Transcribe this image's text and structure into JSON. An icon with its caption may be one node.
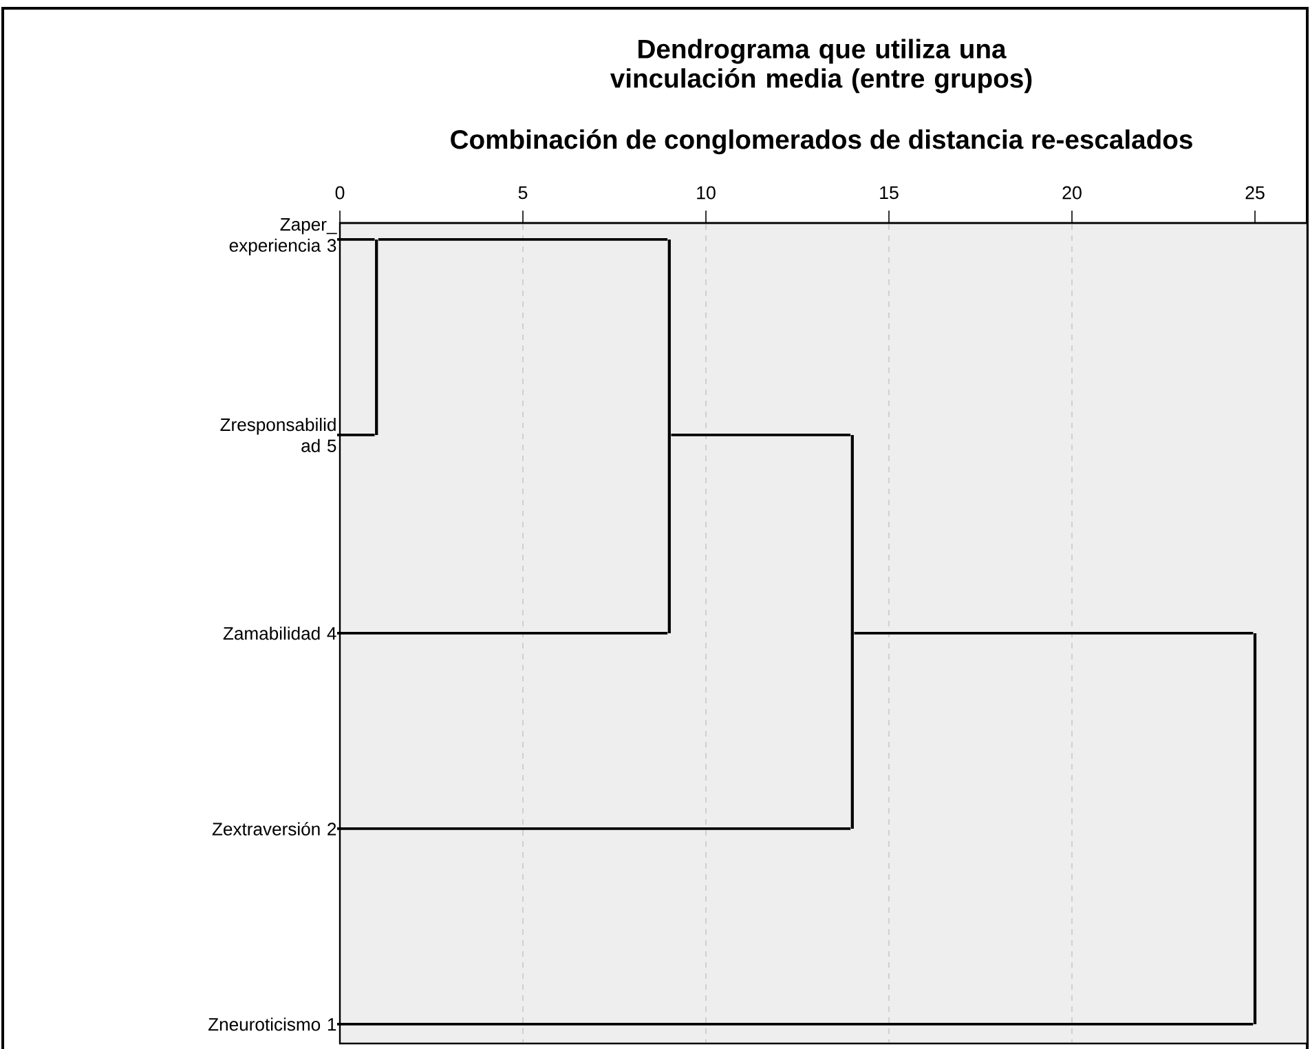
{
  "diagram": {
    "title": "Dendrograma que utiliza una vinculación media (entre grupos)",
    "nodes": [
      {
        "text": [
          "Zaper_ experiencia 3"
        ]
      },
      {
        "text": [
          "Zresponsabilid ad 5"
        ]
      },
      {
        "text": [
          "Zamabilidad 4"
        ]
      },
      {
        "text": [
          "Zextraversión 2"
        ]
      },
      {
        "text": [
          "Zneuroticismo 1"
        ]
      },
      {
        "text": [],
        "shape": "bar"
      },
      {
        "text": [],
        "shape": "bar"
      },
      {
        "text": [],
        "shape": "bar"
      },
      {
        "text": [],
        "shape": "bar"
      }
    ],
    "edges": [
      {
        "from": 0,
        "to": 5,
        "arrow": "none"
      },
      {
        "from": 1,
        "to": 5,
        "arrow": "none"
      },
      {
        "from": 5,
        "to": 6,
        "arrow": "none"
      },
      {
        "from": 2,
        "to": 6,
        "arrow": "none"
      },
      {
        "from": 6,
        "to": 7,
        "arrow": "none"
      },
      {
        "from": 3,
        "to": 7,
        "arrow": "none"
      },
      {
        "from": 7,
        "to": 8,
        "arrow": "none"
      },
      {
        "from": 4,
        "to": 8,
        "arrow": "none"
      }
    ],
    "labels": [
      "Combinación de conglomerados de distancia re-escalados",
      "0",
      "5",
      "10",
      "15",
      "20",
      "25"
    ]
  }
}
